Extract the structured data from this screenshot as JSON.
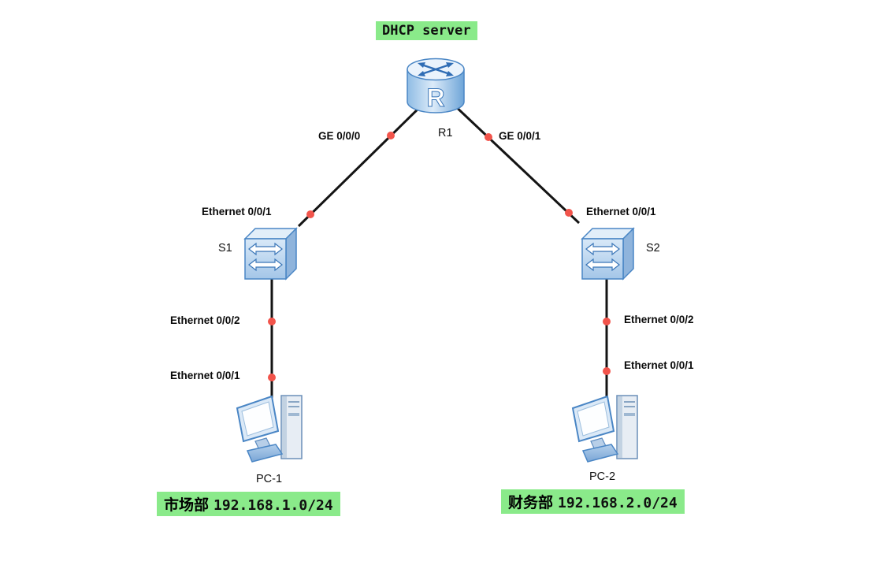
{
  "colors": {
    "label_bg": "#8AEA8A",
    "link": "#141414",
    "dot": "#F2544B"
  },
  "dhcp_server_label": "DHCP server",
  "devices": {
    "router": "R1",
    "switch_left": "S1",
    "switch_right": "S2",
    "pc_left": "PC-1",
    "pc_right": "PC-2"
  },
  "ports": {
    "r1_to_s1": "GE 0/0/0",
    "r1_to_s2": "GE 0/0/1",
    "s1_uplink": "Ethernet 0/0/1",
    "s1_downlink": "Ethernet 0/0/2",
    "pc1_link": "Ethernet 0/0/1",
    "s2_uplink": "Ethernet 0/0/1",
    "s2_downlink": "Ethernet 0/0/2",
    "pc2_link": "Ethernet 0/0/1"
  },
  "subnets": {
    "left": {
      "department": "市场部",
      "cidr": "192.168.1.0/24"
    },
    "right": {
      "department": "财务部",
      "cidr": "192.168.2.0/24"
    }
  }
}
